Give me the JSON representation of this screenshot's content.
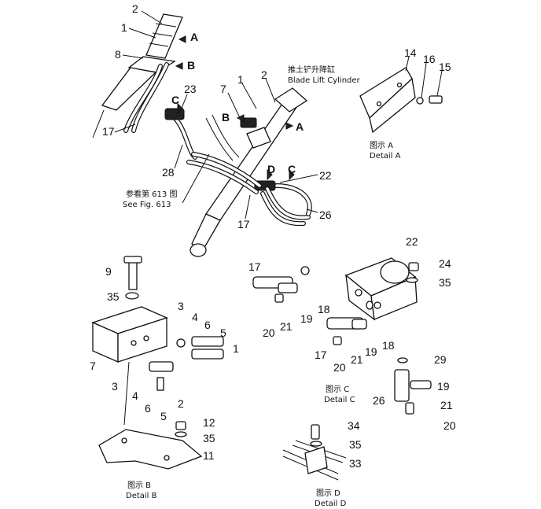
{
  "labels": {
    "top_cylinder": {
      "n2": "2",
      "n1": "1",
      "n8": "8",
      "n17": "17",
      "n23": "23",
      "n28": "28"
    },
    "main": {
      "n2": "2",
      "n1": "1",
      "n7": "7",
      "n22": "22",
      "n17": "17",
      "n26": "26"
    },
    "detail_a": {
      "n14": "14",
      "n16": "16",
      "n15": "15"
    },
    "detail_b": {
      "n9": "9",
      "n35": "35",
      "n3a": "3",
      "n4a": "4",
      "n6a": "6",
      "n5a": "5",
      "n1": "1",
      "n7": "7",
      "n3b": "3",
      "n4b": "4",
      "n6b": "6",
      "n5b": "5",
      "n2": "2",
      "n12": "12",
      "n35b": "35",
      "n11": "11"
    },
    "detail_c": {
      "n22": "22",
      "n24": "24",
      "n35": "35",
      "n17a": "17",
      "n18a": "18",
      "n19a": "19",
      "n20a": "20",
      "n21a": "21",
      "n17b": "17",
      "n19b": "19",
      "n18b": "18",
      "n20b": "20",
      "n21b": "21",
      "n29": "29",
      "n19c": "19",
      "n26": "26",
      "n21c": "21",
      "n20c": "20"
    },
    "detail_d": {
      "n34": "34",
      "n35": "35",
      "n33": "33"
    }
  },
  "arrows": {
    "A1": "A",
    "B1": "B",
    "C1": "C",
    "B2": "B",
    "A2": "A",
    "D": "D",
    "C2": "C"
  },
  "captions": {
    "cylinder_cn": "推土铲升降缸",
    "cylinder_en": "Blade Lift Cylinder",
    "see_cn": "参看第 613 图",
    "see_en": "See Fig. 613",
    "detail_a_cn": "图示 A",
    "detail_a_en": "Detail A",
    "detail_b_cn": "图示 B",
    "detail_b_en": "Detail B",
    "detail_c_cn": "图示 C",
    "detail_c_en": "Detail C",
    "detail_d_cn": "图示 D",
    "detail_d_en": "Detail D"
  }
}
